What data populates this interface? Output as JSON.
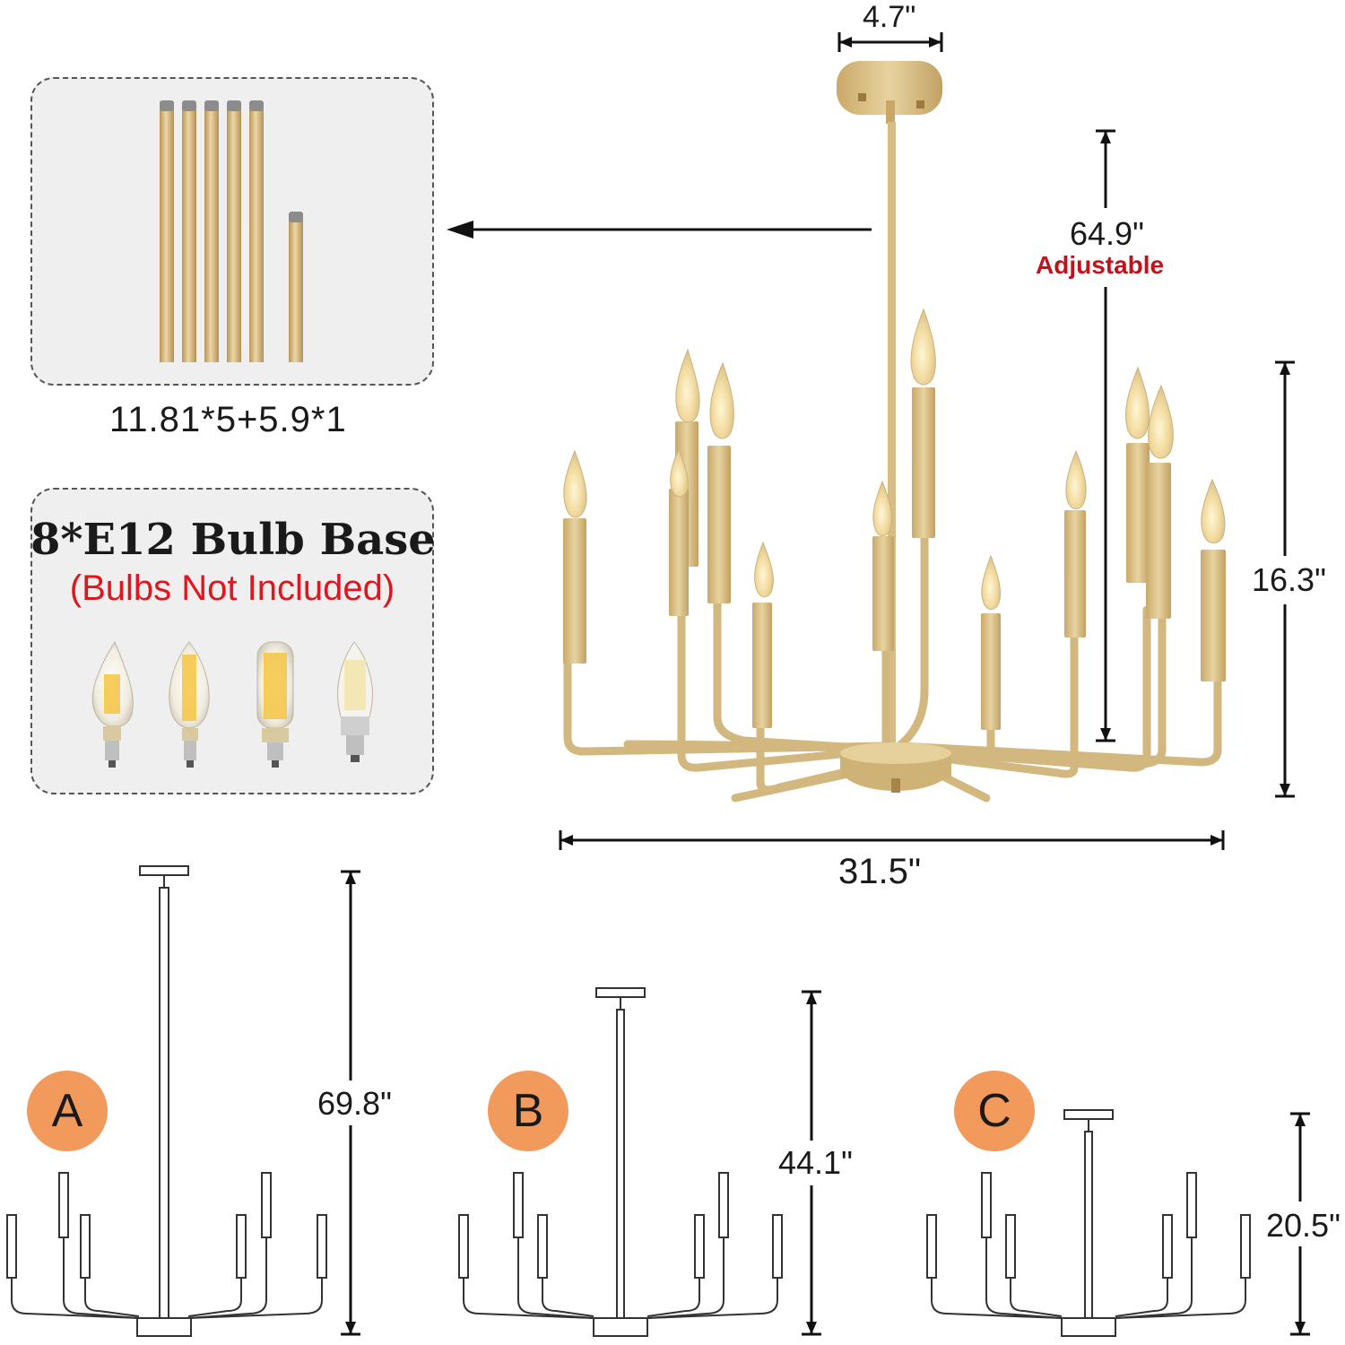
{
  "dimensions": {
    "canopy_width": "4.7\"",
    "adjustable_height": "64.9\"",
    "adjustable_note": "Adjustable",
    "fixture_height": "16.3\"",
    "fixture_width": "31.5\"",
    "rods": "11.81*5+5.9*1"
  },
  "bulb_panel": {
    "title": "8*E12 Bulb Base",
    "note": "(Bulbs Not Included)"
  },
  "configurations": [
    {
      "label": "A",
      "height": "69.8\""
    },
    {
      "label": "B",
      "height": "44.1\""
    },
    {
      "label": "C",
      "height": "20.5\""
    }
  ],
  "colors": {
    "gold": "#d4b878",
    "note_red": "#c0121a",
    "badge": "#f29a5b",
    "panel": "#efefef"
  }
}
